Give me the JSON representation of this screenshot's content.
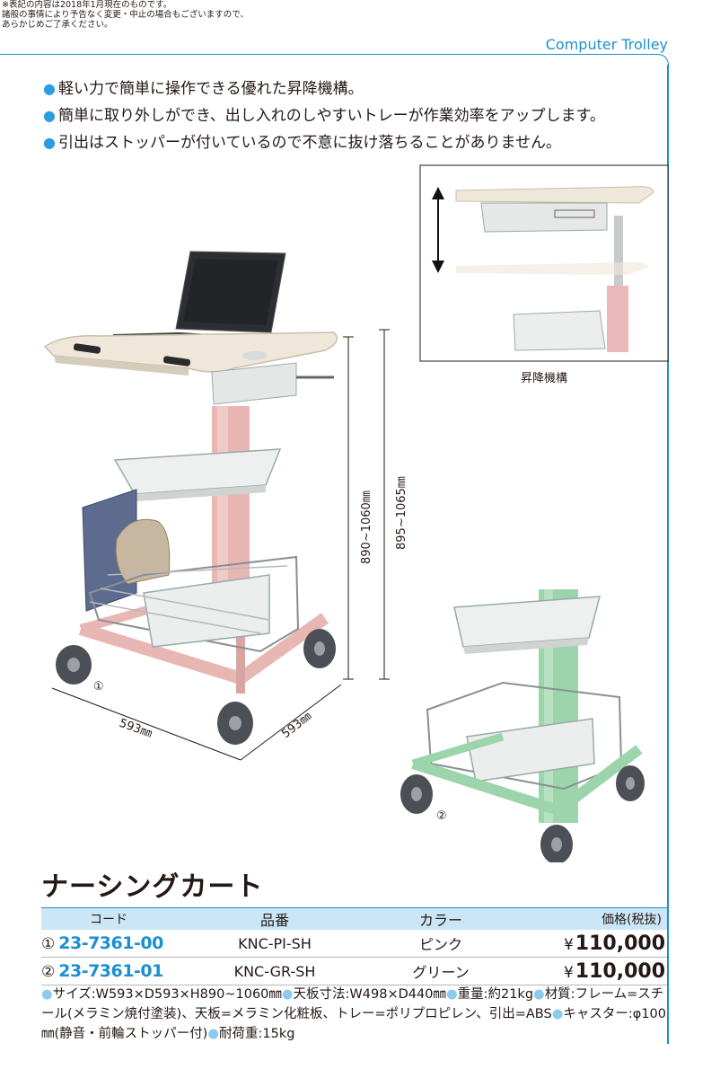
{
  "notice": {
    "line1": "※表記の内容は2018年1月現在のものです。",
    "line2": "諸般の事情により予告なく変更・中止の場合もございますので、",
    "line3": "あらかじめご了承ください。"
  },
  "catalog_title": "Computer Trolley",
  "features": [
    "軽い力で簡単に操作できる優れた昇降機構。",
    "簡単に取り外しができ、出し入れのしやすいトレーが作業効率をアップします。",
    "引出はストッパーが付いているので不意に抜け落ちることがありません。"
  ],
  "figure": {
    "dim_height_inner": "890~1060㎜",
    "dim_height_outer": "895~1065㎜",
    "dim_width": "593㎜",
    "dim_depth": "593㎜",
    "label_1": "①",
    "label_2": "②",
    "inset_caption": "昇降機構",
    "colors": {
      "pink": "#e8b7b4",
      "green": "#9cd5ac",
      "accent": "#1b8fd0"
    }
  },
  "product_name": "ナーシングカート",
  "table": {
    "headers": {
      "code": "コード",
      "model": "品番",
      "color": "カラー",
      "price": "価格(税抜)"
    },
    "rows": [
      {
        "num": "①",
        "code": "23-7361-00",
        "model": "KNC-PI-SH",
        "color": "ピンク",
        "yen": "¥",
        "price": "110,000"
      },
      {
        "num": "②",
        "code": "23-7361-01",
        "model": "KNC-GR-SH",
        "color": "グリーン",
        "yen": "¥",
        "price": "110,000"
      }
    ]
  },
  "specs": [
    "サイズ:W593×D593×H890~1060㎜",
    "天板寸法:W498×D440㎜",
    "重量:約21kg",
    "材質:フレーム=スチール(メラミン焼付塗装)、天板=メラミン化粧板、トレー=ポリプロピレン、引出=ABS",
    "キャスター:φ100㎜(静音・前輪ストッパー付)",
    "耐荷重:15kg"
  ]
}
